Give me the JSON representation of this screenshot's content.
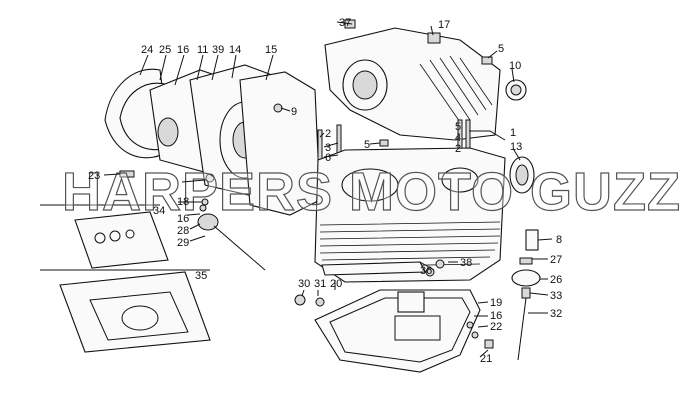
{
  "diagram": {
    "watermark": "HARPERS MOTO GUZZI©",
    "callouts": [
      "37",
      "17",
      "5",
      "10",
      "24",
      "25",
      "16",
      "11",
      "39",
      "14",
      "15",
      "9",
      "2",
      "3",
      "6",
      "5",
      "4",
      "5",
      "2",
      "1",
      "13",
      "23",
      "18",
      "34",
      "16",
      "28",
      "29",
      "8",
      "36",
      "38",
      "35",
      "30",
      "31",
      "20",
      "27",
      "26",
      "33",
      "19",
      "16",
      "22",
      "32",
      "21"
    ]
  }
}
